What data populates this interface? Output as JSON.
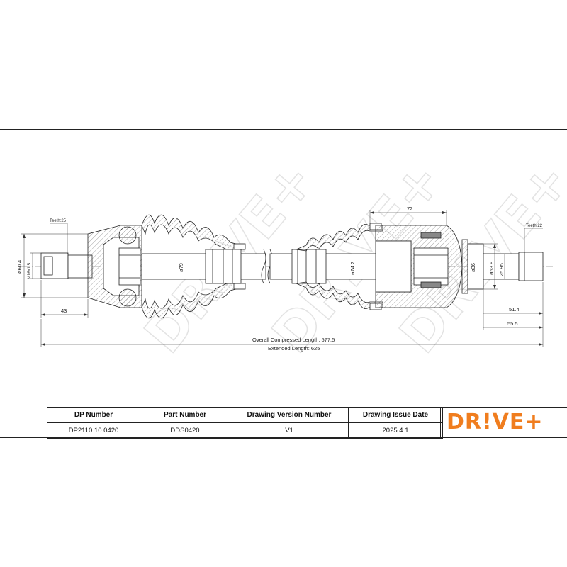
{
  "drawing": {
    "watermark": "DR!VE+",
    "dimensions": {
      "teeth_left": "Teeth:25",
      "teeth_right": "Teeth:22",
      "dia_left_body": "ø60.4",
      "thread": "M16x1.5",
      "len_43": "43",
      "dia_79": "ø79",
      "dia_74_2": "ø74.2",
      "len_72": "72",
      "dia_36": "ø36",
      "dia_53_8": "ø53.8",
      "dia_25_95": "25.95",
      "len_51_4": "51.4",
      "len_55_5": "55.5",
      "overall_compressed": "Overall  Compressed  Length: 577.5",
      "extended": "Extended  Length: 625"
    }
  },
  "title_block": {
    "headers": [
      "DP Number",
      "Part Number",
      "Drawing Version Number",
      "Drawing Issue Date"
    ],
    "values": [
      "DP2110.10.0420",
      "DDS0420",
      "V1",
      "2025.4.1"
    ]
  },
  "logo": {
    "text": "DR!VE+",
    "color": "#f07d1e"
  }
}
